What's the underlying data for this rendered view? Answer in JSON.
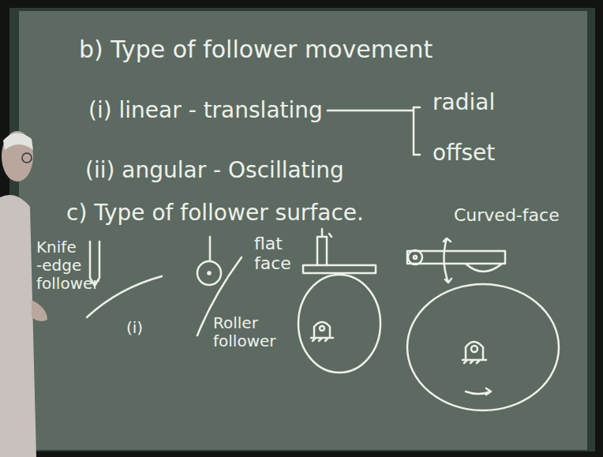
{
  "diagram": {
    "labels": [
      "b) Type of follower movement",
      "(i) linear - translating",
      "radial",
      "offset",
      "(ii) angular - Oscillating",
      "c) Type of follower surface.",
      "Curved-face",
      "flat face",
      "Knife -edge follower",
      "(i)",
      "Roller follower"
    ]
  }
}
